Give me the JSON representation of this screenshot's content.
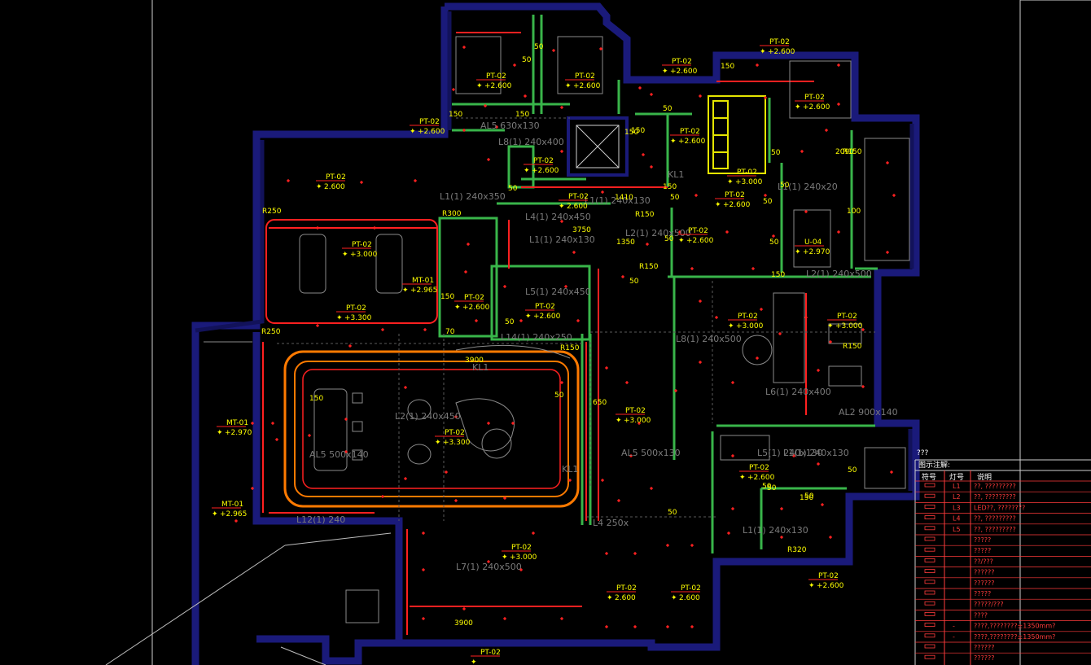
{
  "legend": {
    "title": "???",
    "subtitle": "图示注解:",
    "headers": [
      "符号",
      "灯号",
      "说明"
    ],
    "rows": [
      {
        "code": "L1",
        "desc": "??, ?????????"
      },
      {
        "code": "L2",
        "desc": "??, ?????????"
      },
      {
        "code": "L3",
        "desc": "LED??, ????????"
      },
      {
        "code": "L4",
        "desc": "??, ?????????"
      },
      {
        "code": "L5",
        "desc": "??, ?????????"
      },
      {
        "code": "",
        "desc": "?????"
      },
      {
        "code": "",
        "desc": "?????"
      },
      {
        "code": "",
        "desc": "??/???"
      },
      {
        "code": "",
        "desc": "??????"
      },
      {
        "code": "",
        "desc": "??????"
      },
      {
        "code": "",
        "desc": "?????"
      },
      {
        "code": "",
        "desc": "?????/???"
      },
      {
        "code": "",
        "desc": "????"
      },
      {
        "code": "-",
        "desc": "????,????????±1350mm?"
      },
      {
        "code": "-",
        "desc": "????,????????±1350mm?"
      },
      {
        "code": "",
        "desc": "??????"
      },
      {
        "code": "",
        "desc": "??????"
      }
    ]
  },
  "labels": [
    {
      "t": "PT-02",
      "v": "+2.600"
    },
    {
      "t": "PT-02",
      "v": "+2.600"
    },
    {
      "t": "PT-02",
      "v": "+2.600"
    },
    {
      "t": "PT-02",
      "v": "+2.600"
    },
    {
      "t": "PT-02",
      "v": "+2.600"
    },
    {
      "t": "PT-02",
      "v": "+2.600"
    },
    {
      "t": "PT-02",
      "v": "2.600"
    },
    {
      "t": "PT-02",
      "v": "+2.600"
    },
    {
      "t": "PT-02",
      "v": "+2.600"
    },
    {
      "t": "PT-02",
      "v": "+3.000"
    },
    {
      "t": "PT-02",
      "v": "+2.600"
    },
    {
      "t": "PT-02",
      "v": "2.600"
    },
    {
      "t": "PT-02",
      "v": "+2.600"
    },
    {
      "t": "PT-02",
      "v": "+3.000"
    },
    {
      "t": "MT-01",
      "v": "+2.965"
    },
    {
      "t": "PT-02",
      "v": "+2.600"
    },
    {
      "t": "PT-02",
      "v": "+2.600"
    },
    {
      "t": "U-04",
      "v": "+2.970"
    },
    {
      "t": "PT-02",
      "v": "+3.000"
    },
    {
      "t": "PT-02",
      "v": "+3.300"
    },
    {
      "t": "PT-02",
      "v": "+3.000"
    },
    {
      "t": "PT-02",
      "v": "+3.000"
    },
    {
      "t": "PT-02",
      "v": "+3.300"
    },
    {
      "t": "MT-01",
      "v": "+2.970"
    },
    {
      "t": "MT-01",
      "v": "+2.965"
    },
    {
      "t": "PT-02",
      "v": "+2.600"
    },
    {
      "t": "PT-02",
      "v": "+3.000"
    },
    {
      "t": "PT-02",
      "v": "2.600"
    },
    {
      "t": "PT-02",
      "v": "2.600"
    },
    {
      "t": "PT-02",
      "v": "+2.600"
    },
    {
      "t": "PT-02",
      "v": ""
    }
  ],
  "dims": [
    "50",
    "50",
    "150",
    "150",
    "150",
    "50",
    "50",
    "50",
    "50",
    "150",
    "50",
    "50",
    "50",
    "3750",
    "1410",
    "1350",
    "R150",
    "R150",
    "2090",
    "150",
    "50",
    "50",
    "150",
    "50",
    "50",
    "50",
    "50",
    "R320",
    "R250",
    "R300",
    "R250",
    "70",
    "150",
    "150",
    "650",
    "3900",
    "3900",
    "50",
    "50",
    "150",
    "50",
    "100",
    "150",
    "R150",
    "R150",
    "R150"
  ],
  "beams": [
    "AL5 630x130",
    "L8(1) 240x400",
    "L4(1) 240x450",
    "L5(1) 240x450",
    "L6(1) 240x400",
    "AL2 900x140",
    "AL5 500x130",
    "AL5 500x140",
    "L7(1) 240x500",
    "L12(1) 240",
    "L4 250x",
    "L1(1) 240x130",
    "L14(1) 240x250",
    "L2(1) 240x450",
    "L1(1) 240x130",
    "L1(1) 240x350",
    "L1(1) 240x130",
    "KL1",
    "KL1",
    "KL1",
    "L2(1) 240x500",
    "L1(1) 240x20",
    "L5(1) 240x130",
    "L1(1) 240x130",
    "L8(1) 240x500",
    "L2(1) 240x500"
  ]
}
